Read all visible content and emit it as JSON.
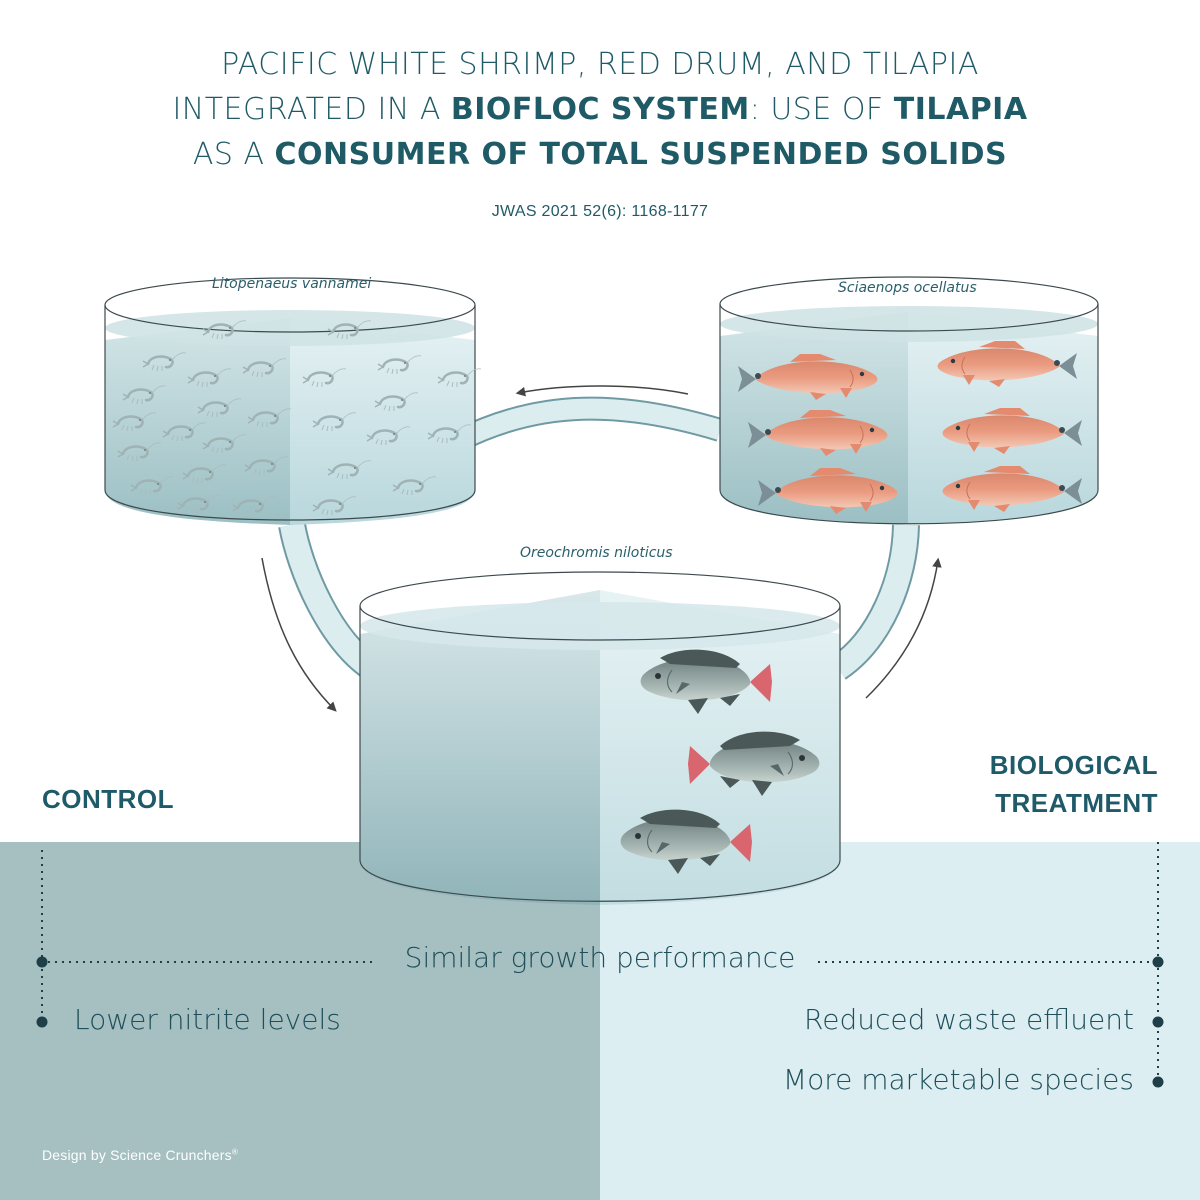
{
  "title": {
    "line1": "PACIFIC WHITE SHRIMP, RED DRUM, AND TILAPIA",
    "line2_a": "INTEGRATED IN A ",
    "line2_b": "BIOFLOC SYSTEM",
    "line2_c": ": USE OF ",
    "line2_d": "TILAPIA",
    "line3_a": "AS A ",
    "line3_b": "CONSUMER OF TOTAL SUSPENDED SOLIDS"
  },
  "citation": "JWAS 2021 52(6): 1168-1177",
  "tanks": {
    "shrimp": "Litopenaeus vannamei",
    "red_drum": "Sciaenops ocellatus",
    "tilapia": "Oreochromis niloticus"
  },
  "groups": {
    "control": "CONTROL",
    "bio_line1": "BIOLOGICAL",
    "bio_line2": "TREATMENT"
  },
  "findings": {
    "common": "Similar growth performance",
    "control": "Lower nitrite levels",
    "bio_1": "Reduced waste effluent",
    "bio_2": "More marketable species"
  },
  "credit": "Design by Science Crunchers",
  "credit_mark": "®",
  "colors": {
    "primary": "#1e5a68",
    "control_panel": "#a6bfc1",
    "treatment_panel": "#ddeef2",
    "water": "#bcd9dd",
    "red_drum": "#e07a5f",
    "tilapia_fin": "#d9656f"
  },
  "icons": {
    "shrimp": "shrimp-icon",
    "red_drum": "red-drum-fish-icon",
    "tilapia": "tilapia-fish-icon",
    "flow": "flow-arrow-icon"
  }
}
